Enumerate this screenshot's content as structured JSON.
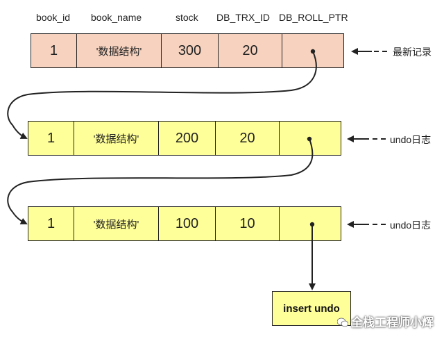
{
  "columns": [
    "book_id",
    "book_name",
    "stock",
    "DB_TRX_ID",
    "DB_ROLL_PTR"
  ],
  "rows": [
    {
      "book_id": "1",
      "book_name": "'数据结构'",
      "stock": "300",
      "trx_id": "20",
      "label": "最新记录",
      "color": "#f6d2bf"
    },
    {
      "book_id": "1",
      "book_name": "'数据结构'",
      "stock": "200",
      "trx_id": "20",
      "label": "undo日志",
      "color": "#ffff99"
    },
    {
      "book_id": "1",
      "book_name": "'数据结构'",
      "stock": "100",
      "trx_id": "10",
      "label": "undo日志",
      "color": "#ffff99"
    }
  ],
  "insert_undo": "insert undo",
  "watermark": "全栈工程师小辉",
  "watermark_icon": "wechat-icon"
}
